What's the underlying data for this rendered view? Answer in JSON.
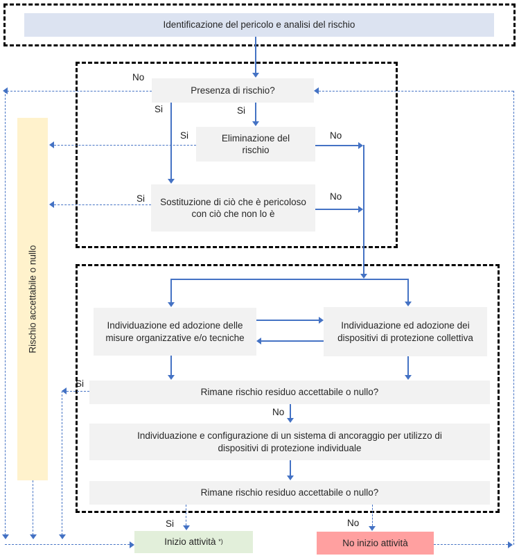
{
  "labels": {
    "yes": "Si",
    "no": "No"
  },
  "nodes": {
    "identificazione": {
      "label": "Identificazione del pericolo e analisi del rischio"
    },
    "presenza": {
      "label": "Presenza di rischio?"
    },
    "eliminazione": {
      "label": "Eliminazione del rischio"
    },
    "sostituzione": {
      "label": "Sostituzione di ciò che è pericoloso con ciò che non lo è"
    },
    "rischio_accettabile": {
      "label": "Rischio accettabile o nullo"
    },
    "misure": {
      "label": "Individuazione ed adozione delle misure organizzative e/o tecniche"
    },
    "dispositivi": {
      "label": "Individuazione ed adozione dei dispositivi di protezione collettiva"
    },
    "rimane1": {
      "label": "Rimane rischio residuo accettabile o nullo?"
    },
    "ancoraggio": {
      "label": "Individuazione e configurazione di un sistema di ancoraggio per utilizzo di dispositivi di protezione individuale"
    },
    "rimane2": {
      "label": "Rimane rischio residuo accettabile o nullo?"
    },
    "inizio": {
      "label": "Inizio attività",
      "sup": "*)"
    },
    "no_inizio": {
      "label": "No inizio attività"
    }
  },
  "colors": {
    "connector_blue": "#4472c4",
    "process_gray": "#f2f2f2",
    "header_blue": "#dce3f1",
    "sidebar_yellow": "#fff2cc",
    "start_green": "#e2efda",
    "stop_red": "#ffa0a0",
    "frame_black": "#000000"
  },
  "edges": [
    {
      "from": "identificazione",
      "to": "presenza",
      "label": "",
      "style": "solid"
    },
    {
      "from": "presenza",
      "to": "eliminazione",
      "label": "Si",
      "style": "solid"
    },
    {
      "from": "presenza",
      "to": "sostituzione",
      "label": "Si",
      "style": "solid"
    },
    {
      "from": "presenza",
      "to": "left-return-line",
      "label": "No",
      "style": "dashed"
    },
    {
      "from": "eliminazione",
      "to": "rischio_accettabile",
      "label": "Si",
      "style": "dashed"
    },
    {
      "from": "eliminazione",
      "to": "lower-group",
      "label": "No",
      "style": "solid"
    },
    {
      "from": "sostituzione",
      "to": "rischio_accettabile",
      "label": "Si",
      "style": "dashed"
    },
    {
      "from": "sostituzione",
      "to": "lower-group",
      "label": "No",
      "style": "solid"
    },
    {
      "from": "misure",
      "to": "dispositivi",
      "label": "",
      "style": "solid"
    },
    {
      "from": "dispositivi",
      "to": "misure",
      "label": "",
      "style": "solid"
    },
    {
      "from": "misure",
      "to": "rimane1",
      "label": "",
      "style": "solid"
    },
    {
      "from": "dispositivi",
      "to": "rimane1",
      "label": "",
      "style": "solid"
    },
    {
      "from": "rimane1",
      "to": "inizio",
      "label": "Si",
      "style": "dashed"
    },
    {
      "from": "rimane1",
      "to": "ancoraggio",
      "label": "No",
      "style": "solid"
    },
    {
      "from": "ancoraggio",
      "to": "rimane2",
      "label": "",
      "style": "solid"
    },
    {
      "from": "rimane2",
      "to": "inizio",
      "label": "Si",
      "style": "dashed"
    },
    {
      "from": "rimane2",
      "to": "no_inizio",
      "label": "No",
      "style": "dashed"
    },
    {
      "from": "no_inizio",
      "to": "presenza",
      "label": "",
      "style": "dashed"
    },
    {
      "from": "rischio_accettabile",
      "to": "inizio",
      "label": "",
      "style": "dashed"
    }
  ]
}
